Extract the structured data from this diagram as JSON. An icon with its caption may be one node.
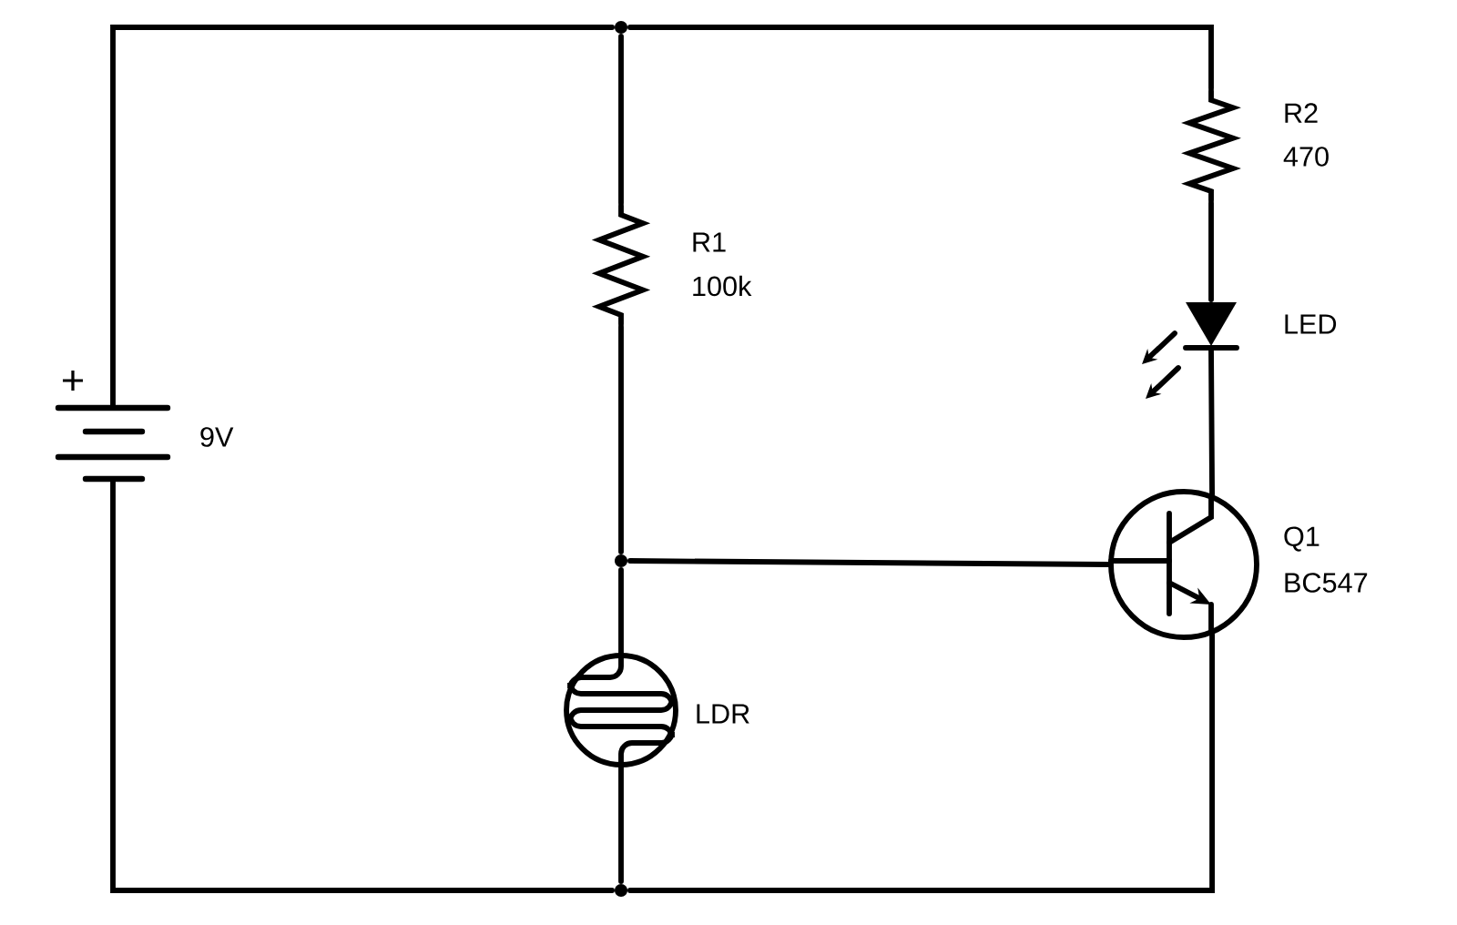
{
  "diagram": {
    "nodes": [
      {
        "text": [
          "9V"
        ],
        "beside": [
          "+"
        ]
      },
      {
        "text": [],
        "shape": "circle"
      },
      {
        "text": [
          "R2",
          "470"
        ]
      },
      {
        "text": [
          "R1",
          "100k"
        ]
      },
      {
        "text": [
          "LED"
        ]
      },
      {
        "text": [],
        "shape": "circle"
      },
      {
        "text": [
          "Q1",
          "BC547"
        ]
      },
      {
        "text": [
          "LDR"
        ]
      },
      {
        "text": [],
        "shape": "circle"
      }
    ],
    "edges": [
      {
        "from": 0,
        "to": 1,
        "arrow": "none"
      },
      {
        "from": 1,
        "to": 2,
        "arrow": "none"
      },
      {
        "from": 1,
        "to": 3,
        "arrow": "none"
      },
      {
        "from": 3,
        "to": 5,
        "arrow": "none"
      },
      {
        "from": 2,
        "to": 4,
        "arrow": "none"
      },
      {
        "from": 5,
        "to": 6,
        "arrow": "none"
      },
      {
        "from": 4,
        "to": 6,
        "arrow": "none"
      },
      {
        "from": 5,
        "to": 7,
        "arrow": "none"
      },
      {
        "from": 7,
        "to": 8,
        "arrow": "none"
      },
      {
        "from": 6,
        "to": 8,
        "arrow": "none"
      },
      {
        "from": 0,
        "to": 8,
        "arrow": "none"
      }
    ]
  }
}
